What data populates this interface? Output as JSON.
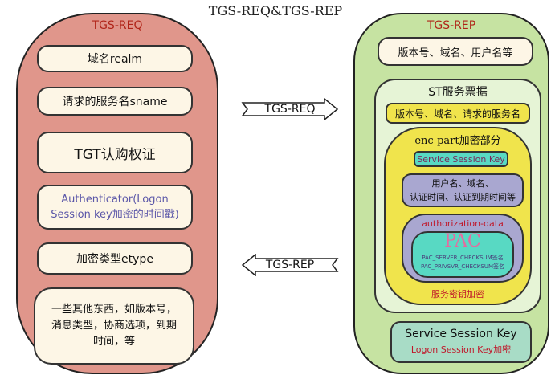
{
  "title": "TGS-REQ&TGS-REP",
  "req": {
    "header": "TGS-REQ",
    "items": {
      "realm": "域名realm",
      "sname": "请求的服务名sname",
      "tgt": "TGT认购权证",
      "authenticator_line1": "Authenticator(Logon",
      "authenticator_line2": "Session key加密的时间戳)",
      "etype": "加密类型etype",
      "other_line1": "一些其他东西，如版本号，",
      "other_line2": "消息类型，协商选项，到期",
      "other_line3": "时间，等"
    }
  },
  "arrows": {
    "req": "TGS-REQ",
    "rep": "TGS-REP"
  },
  "rep": {
    "header": "TGS-REP",
    "version_realm_user": "版本号、域名、用户名等",
    "st": {
      "title": "ST服务票据",
      "plain": "版本号、域名、请求的服务名",
      "enc_part": {
        "title": "enc-part加密部分",
        "session_key": "Service Session Key",
        "info_line1": "用户名、域名、",
        "info_line2": "认证时间、认证到期时间等",
        "authz": {
          "title": "authorization-data",
          "pac": {
            "title": "PAC",
            "line1": "PAC_SERVER_CHECKSUM签名",
            "line2": "PAC_PRIVSVR_CHECKSUM签名"
          }
        },
        "footer": "服务密钥加密"
      }
    },
    "service_session_key": {
      "title": "Service Session Key",
      "subtitle": "Logon Session Key加密"
    }
  },
  "colors": {
    "req_panel": "#e0968b",
    "rep_panel": "#c6e3a2",
    "box": "#fdf6e6",
    "enc_yellow": "#f0e44c",
    "lavender": "#a9a7d0",
    "teal": "#58d9c3",
    "pink": "#e56b9f",
    "header_red": "#b02418",
    "authenticator_text": "#5a56a8"
  }
}
